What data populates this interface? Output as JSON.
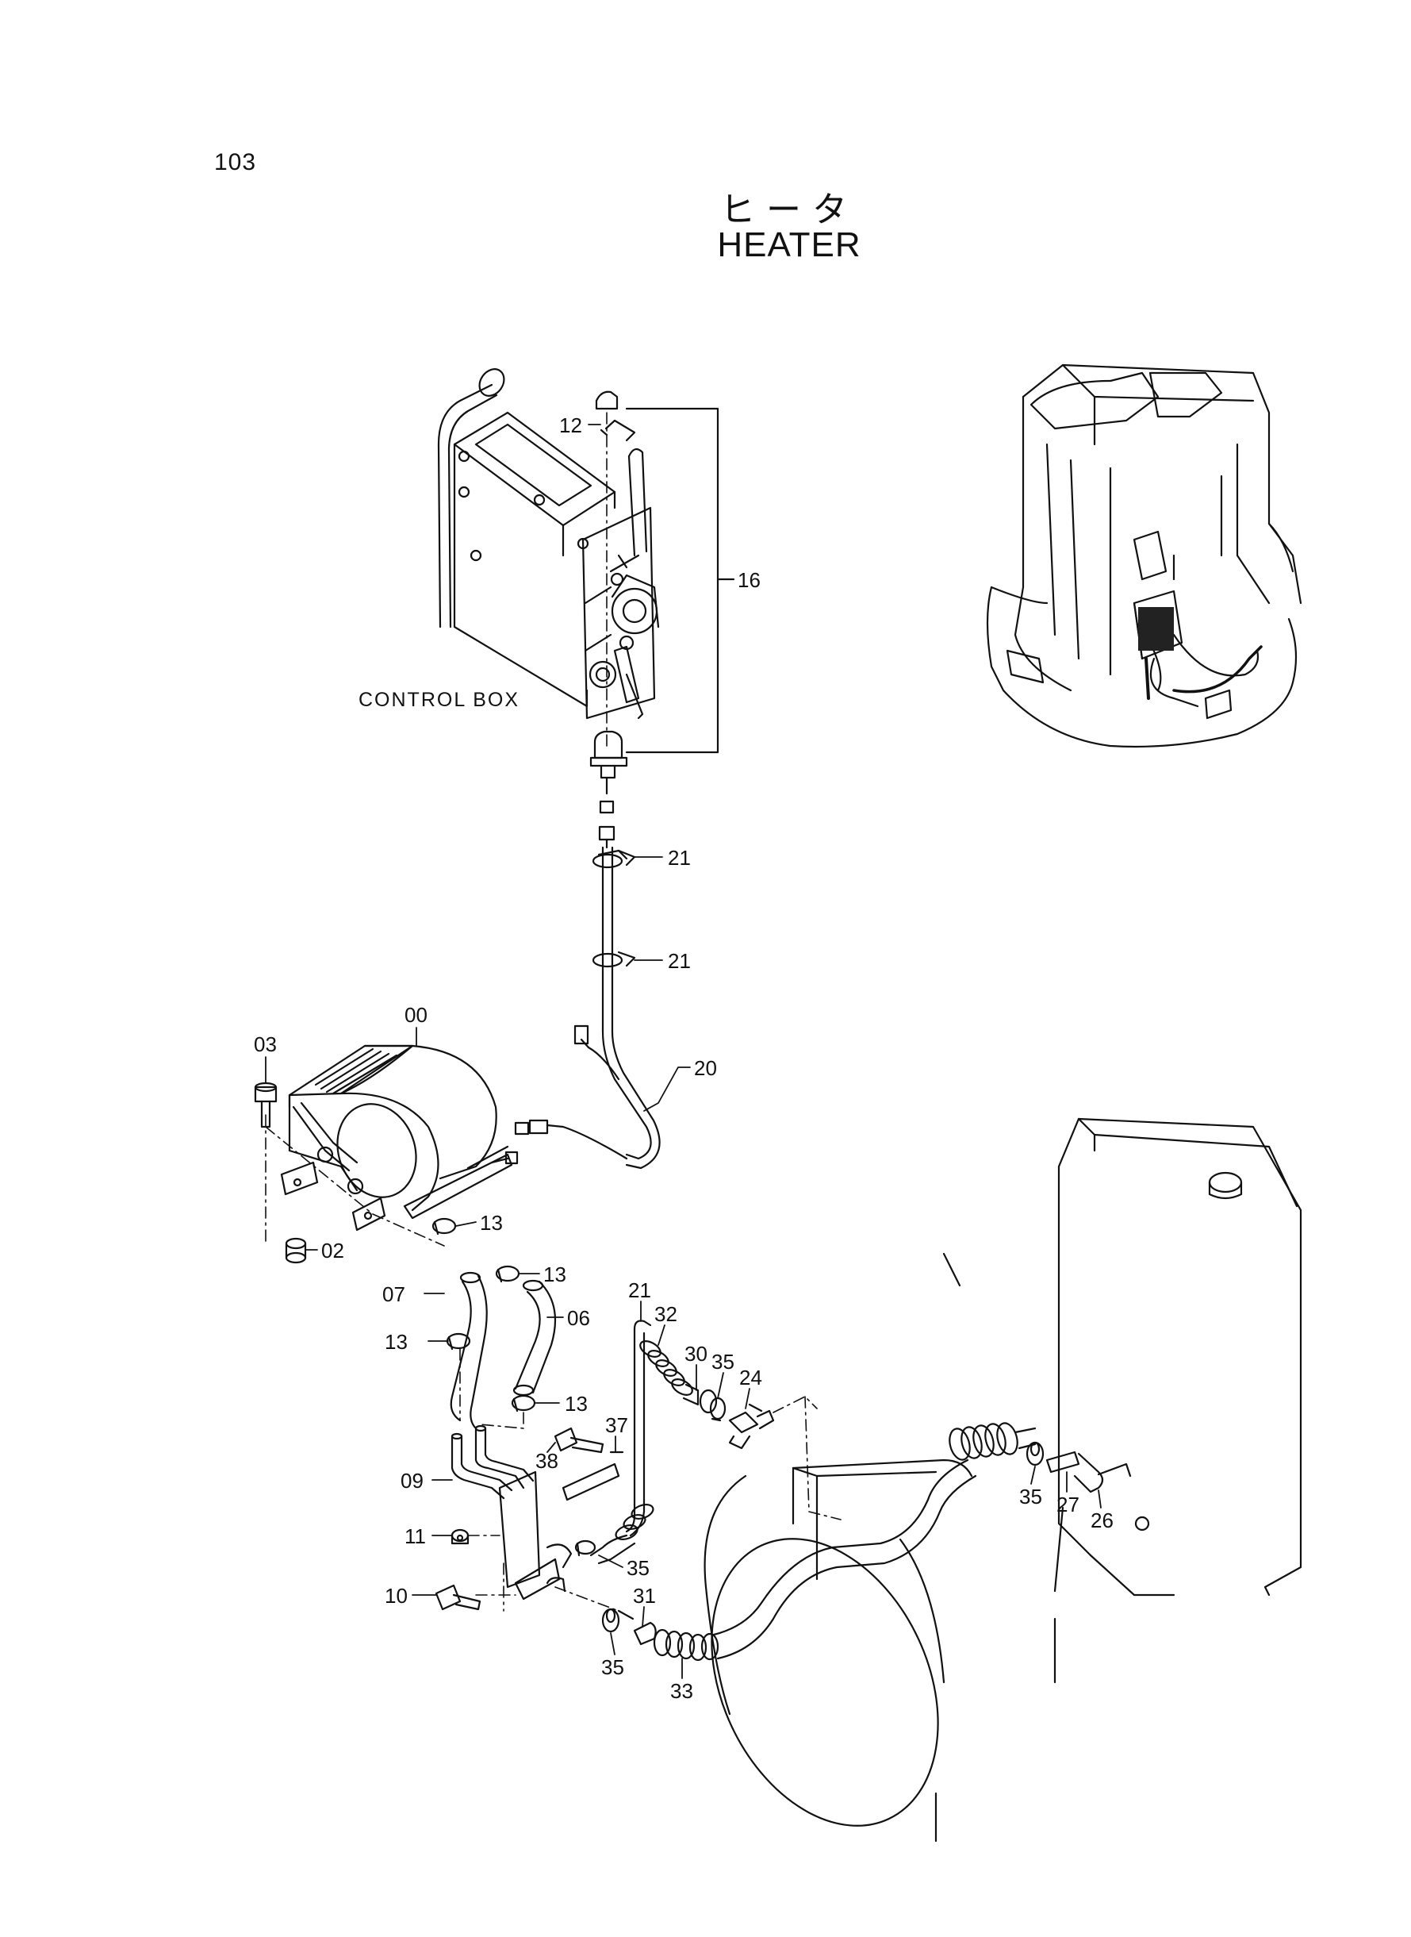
{
  "page_number": "103",
  "title": {
    "japanese": "ヒータ",
    "english": "HEATER"
  },
  "assembly_labels": {
    "control_box": "CONTROL BOX"
  },
  "callouts": {
    "c12": "12",
    "c16": "16",
    "c21a": "21",
    "c21b": "21",
    "c20": "20",
    "c00": "00",
    "c03": "03",
    "c02": "02",
    "c13a": "13",
    "c13b": "13",
    "c13c": "13",
    "c13d": "13",
    "c07": "07",
    "c06": "06",
    "c21c": "21",
    "c32": "32",
    "c30": "30",
    "c35a": "35",
    "c24": "24",
    "c37": "37",
    "c38": "38",
    "c09": "09",
    "c11": "11",
    "c10": "10",
    "c35b": "35",
    "c31": "31",
    "c35c": "35",
    "c33": "33",
    "c35d": "35",
    "c27": "27",
    "c26": "26"
  },
  "colors": {
    "ink": "#111111",
    "paper": "#ffffff"
  }
}
